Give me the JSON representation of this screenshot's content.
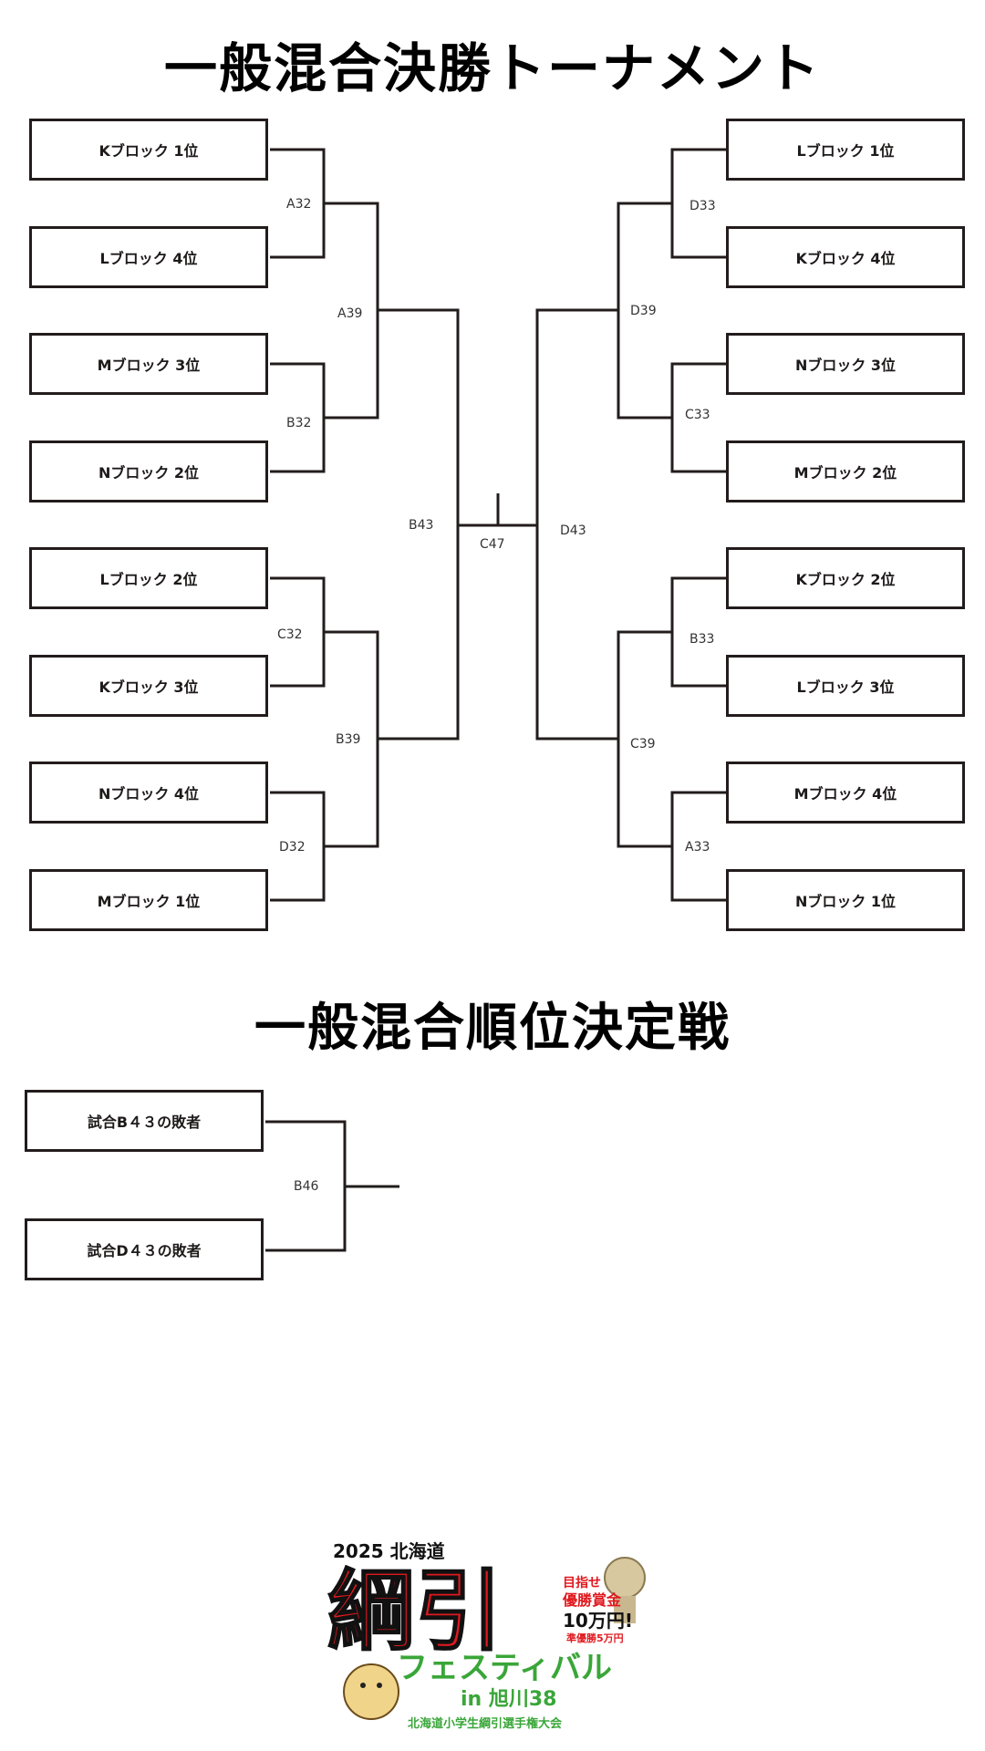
{
  "titles": {
    "main": "一般混合決勝トーナメント",
    "placement": "一般混合順位決定戦"
  },
  "left_teams": [
    "Kブロック 1位",
    "Lブロック 4位",
    "Mブロック 3位",
    "Nブロック 2位",
    "Lブロック 2位",
    "Kブロック 3位",
    "Nブロック 4位",
    "Mブロック 1位"
  ],
  "right_teams": [
    "Lブロック 1位",
    "Kブロック 4位",
    "Nブロック 3位",
    "Mブロック 2位",
    "Kブロック 2位",
    "Lブロック 3位",
    "Mブロック 4位",
    "Nブロック 1位"
  ],
  "matches": {
    "a32": "A32",
    "b32": "B32",
    "c32": "C32",
    "d32": "D32",
    "a39": "A39",
    "b39": "B39",
    "b43": "B43",
    "c47": "C47",
    "d33": "D33",
    "c33": "C33",
    "b33": "B33",
    "a33": "A33",
    "d39": "D39",
    "c39": "C39",
    "d43": "D43",
    "b46": "B46"
  },
  "placement_teams": [
    "試合B４３の敗者",
    "試合D４３の敗者"
  ],
  "logo": {
    "year_region": "2025 北海道",
    "main": "綱引",
    "sub": "フェスティバル",
    "place": "in 旭川38",
    "organizer": "北海道小学生綱引選手権大会",
    "prize_head": "目指せ",
    "prize_label": "優勝賞金",
    "prize_amount": "10万円!",
    "prize_second": "準優勝5万円"
  },
  "colors": {
    "line": "#231c1c",
    "logo_red": "#e0191f",
    "logo_green": "#3aa639"
  }
}
